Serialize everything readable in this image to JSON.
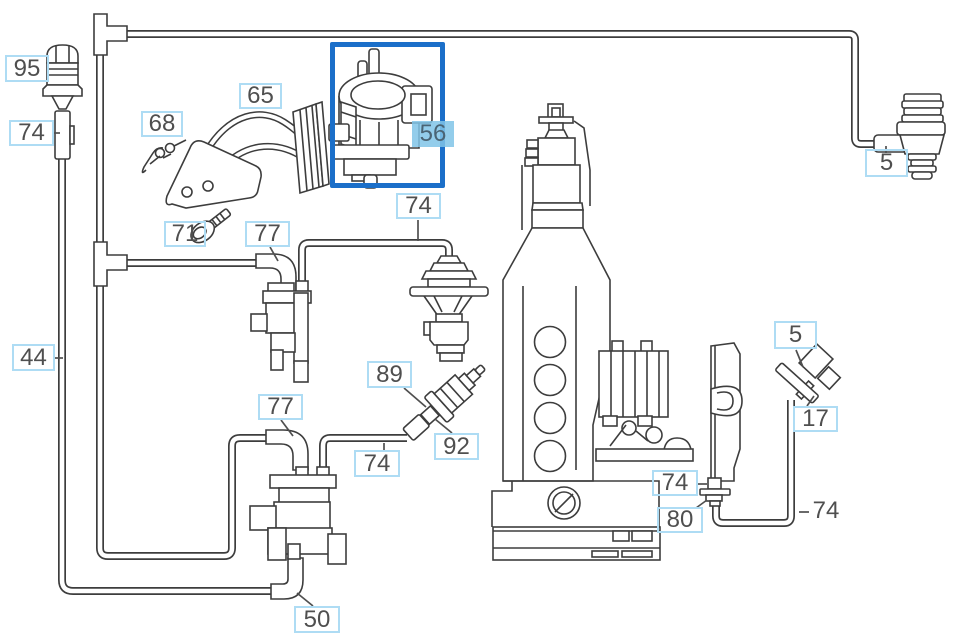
{
  "diagram": {
    "type": "vehicle-vacuum-system-parts-diagram",
    "background_color": "#ffffff",
    "line_color": "#3d3d3d",
    "label_text_color": "#4f4f4f",
    "label_border_color": "#aedcf4",
    "highlight_border_color": "#1b6fc9",
    "highlight_fill_color": "#80c4e8",
    "selected_part": "56",
    "labels": [
      {
        "id": "95",
        "text": "95"
      },
      {
        "id": "74-1",
        "text": "74"
      },
      {
        "id": "68",
        "text": "68"
      },
      {
        "id": "65",
        "text": "65"
      },
      {
        "id": "56",
        "text": "56",
        "highlighted": true
      },
      {
        "id": "74-2",
        "text": "74"
      },
      {
        "id": "71",
        "text": "71"
      },
      {
        "id": "77-1",
        "text": "77"
      },
      {
        "id": "44",
        "text": "44"
      },
      {
        "id": "89",
        "text": "89"
      },
      {
        "id": "77-2",
        "text": "77"
      },
      {
        "id": "92",
        "text": "92"
      },
      {
        "id": "74-3",
        "text": "74"
      },
      {
        "id": "5-1",
        "text": "5"
      },
      {
        "id": "5-2",
        "text": "5"
      },
      {
        "id": "17",
        "text": "17"
      },
      {
        "id": "74-4",
        "text": "74"
      },
      {
        "id": "80",
        "text": "80"
      },
      {
        "id": "74-5",
        "text": "74"
      },
      {
        "id": "50",
        "text": "50"
      }
    ]
  }
}
